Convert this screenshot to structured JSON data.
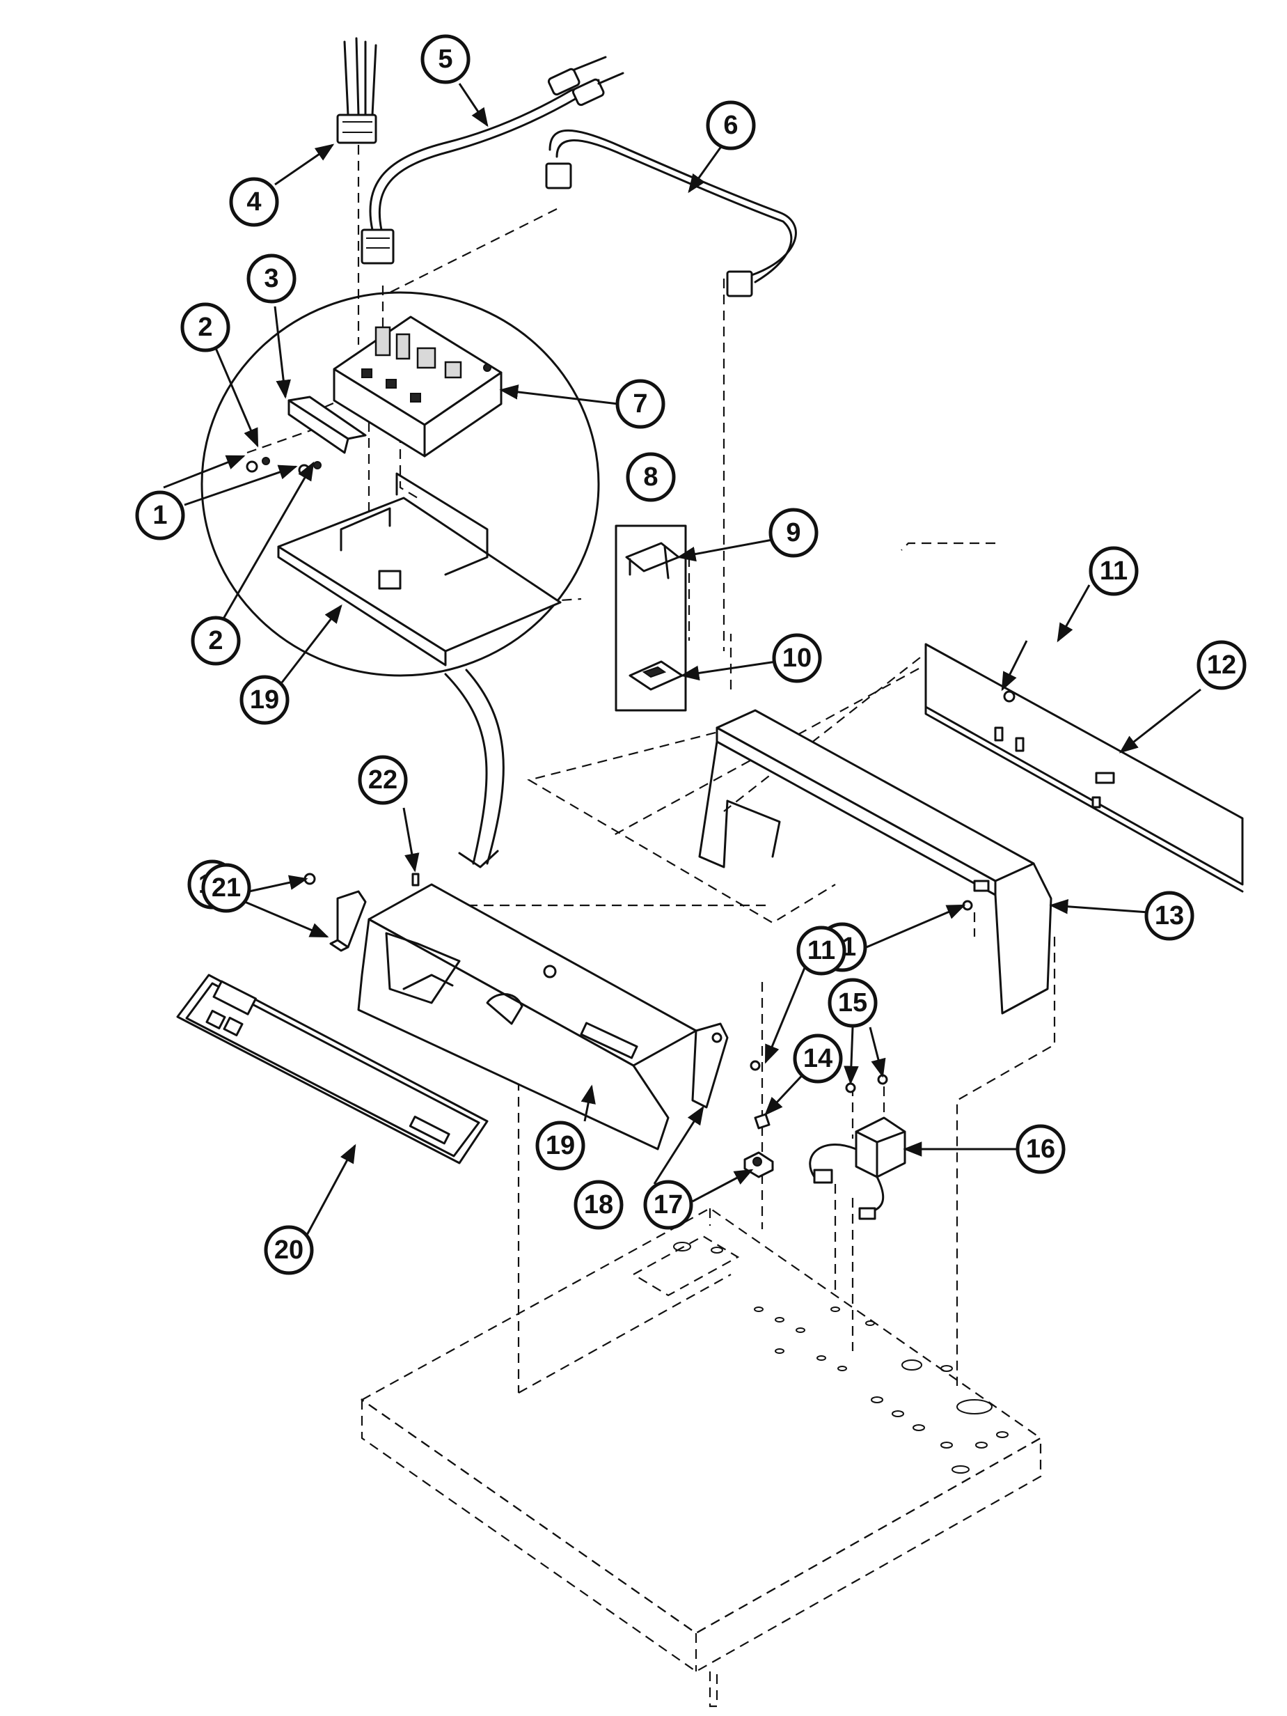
{
  "callouts": {
    "c1": "1",
    "c2a": "2",
    "c2b": "2",
    "c3": "3",
    "c4": "4",
    "c5": "5",
    "c6": "6",
    "c7": "7",
    "c8": "8",
    "c9": "9",
    "c10": "10",
    "c11a": "11",
    "c11b": "11",
    "c11c": "11",
    "c11d": "11",
    "c12": "12",
    "c13": "13",
    "c14": "14",
    "c15": "15",
    "c16": "16",
    "c17": "17",
    "c18": "18",
    "c19a": "19",
    "c19b": "19",
    "c20": "20",
    "c21": "21",
    "c22": "22"
  }
}
